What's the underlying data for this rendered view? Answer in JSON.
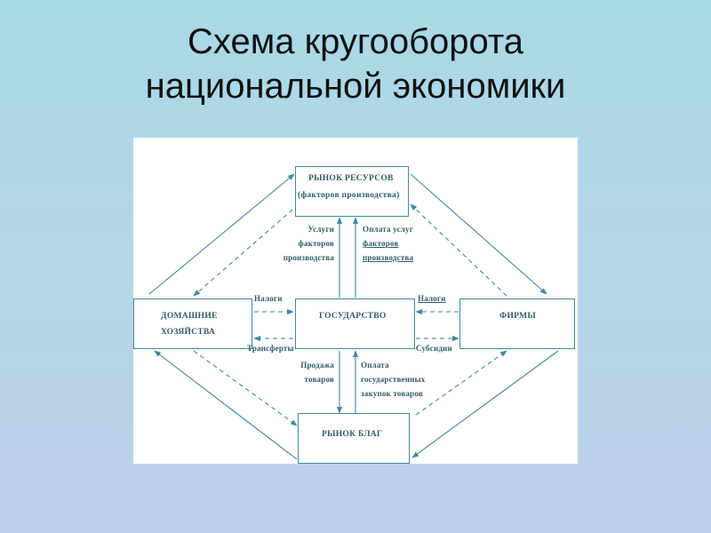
{
  "slide": {
    "title_line1": "Схема кругооборота",
    "title_line2": "национальной экономики"
  },
  "diagram": {
    "nodes": {
      "resource_market": {
        "line1": "РЫНОК РЕСУРСОВ",
        "line2": "(факторов производства)"
      },
      "households": {
        "line1": "ДОМАШНИЕ",
        "line2": "ХОЗЯЙСТВА"
      },
      "government": {
        "label": "ГОСУДАРСТВО"
      },
      "firms": {
        "label": "ФИРМЫ"
      },
      "goods_market": {
        "label": "РЫНОК БЛАГ"
      }
    },
    "flows": {
      "services_factors": [
        "Услуги",
        "факторов",
        "производства"
      ],
      "payment_factors": [
        "Оплата услуг",
        "факторов",
        "производства"
      ],
      "taxes_left": "Налоги",
      "taxes_right": "Налоги",
      "transfers": "Трансферты",
      "subsidies": "Субсидии",
      "sale_goods": [
        "Продажа",
        "товаров"
      ],
      "payment_gov_purchases": [
        "Оплата",
        "государственных",
        "закупок товаров"
      ]
    }
  },
  "colors": {
    "line": "#3d8a9a",
    "text": "#2e5a68"
  }
}
